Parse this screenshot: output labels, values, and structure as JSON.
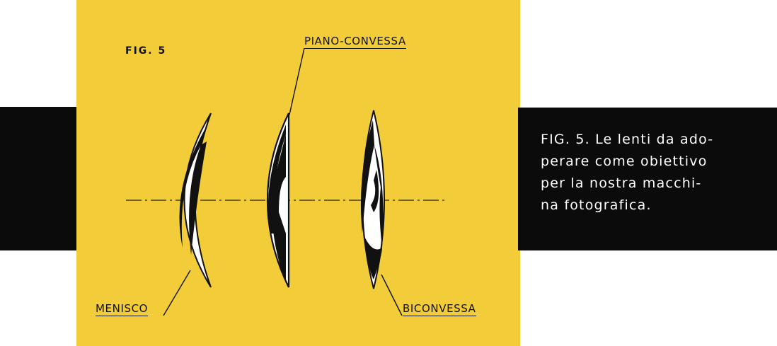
{
  "figure": {
    "label": "FIG. 5",
    "lens_labels": {
      "piano_convessa": "PIANO-CONVESSA",
      "menisco": "MENISCO",
      "biconvessa": "BICONVESSA"
    }
  },
  "caption": {
    "lines": [
      "FIG. 5. Le lenti da ado-",
      "perare come obiettivo",
      "per la nostra macchi-",
      "na fotografica."
    ]
  },
  "colors": {
    "panel_background": "#f3cd39",
    "block_background": "#0b0b0b",
    "caption_text": "#ffffff"
  }
}
